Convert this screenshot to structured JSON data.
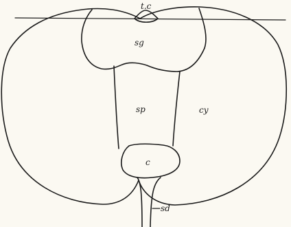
{
  "labels": {
    "tc": "t.c",
    "sg": "sg",
    "sp": "sp",
    "cy": "cy",
    "c": "c",
    "sd": "sd"
  },
  "colors": {
    "ink": "#1a1a1a",
    "paper": "#fbf9f2"
  }
}
